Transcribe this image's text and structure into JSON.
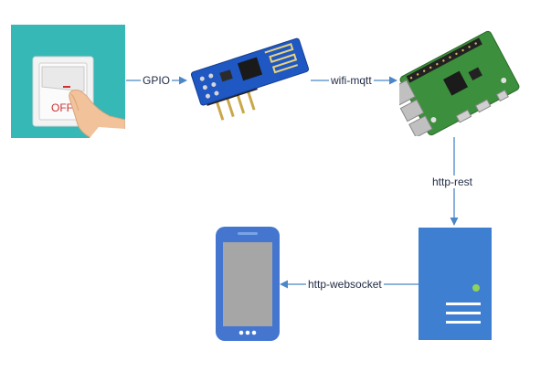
{
  "diagram": {
    "nodes": {
      "switch": {
        "text": "OFF"
      },
      "esp": {},
      "pi": {},
      "server": {},
      "phone": {}
    },
    "edges": {
      "gpio": {
        "label": "GPIO"
      },
      "wifi_mqtt": {
        "label": "wifi-mqtt"
      },
      "http_rest": {
        "label": "http-rest"
      },
      "http_websocket": {
        "label": "http-websocket"
      }
    },
    "colors": {
      "arrow": "#4a86c8",
      "switch_bg": "#36b8b6",
      "esp_board": "#1f57c3",
      "pi_board": "#3c8f3c",
      "server_body": "#3f7fd1",
      "phone_body": "#4476d0",
      "phone_screen": "#a6a6a6"
    }
  }
}
